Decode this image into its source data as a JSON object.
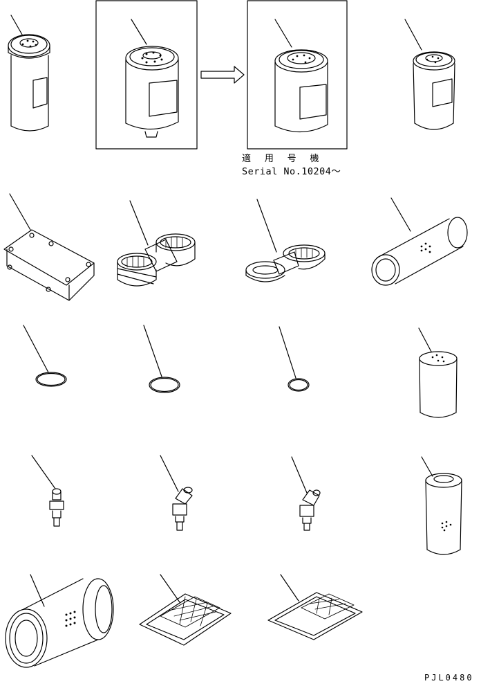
{
  "applicable_note": {
    "jp_label": "適 用 号 機",
    "serial_label": "Serial No.10204～"
  },
  "drawing_number": "PJL0480",
  "colors": {
    "line": "#000000",
    "background": "#ffffff"
  }
}
